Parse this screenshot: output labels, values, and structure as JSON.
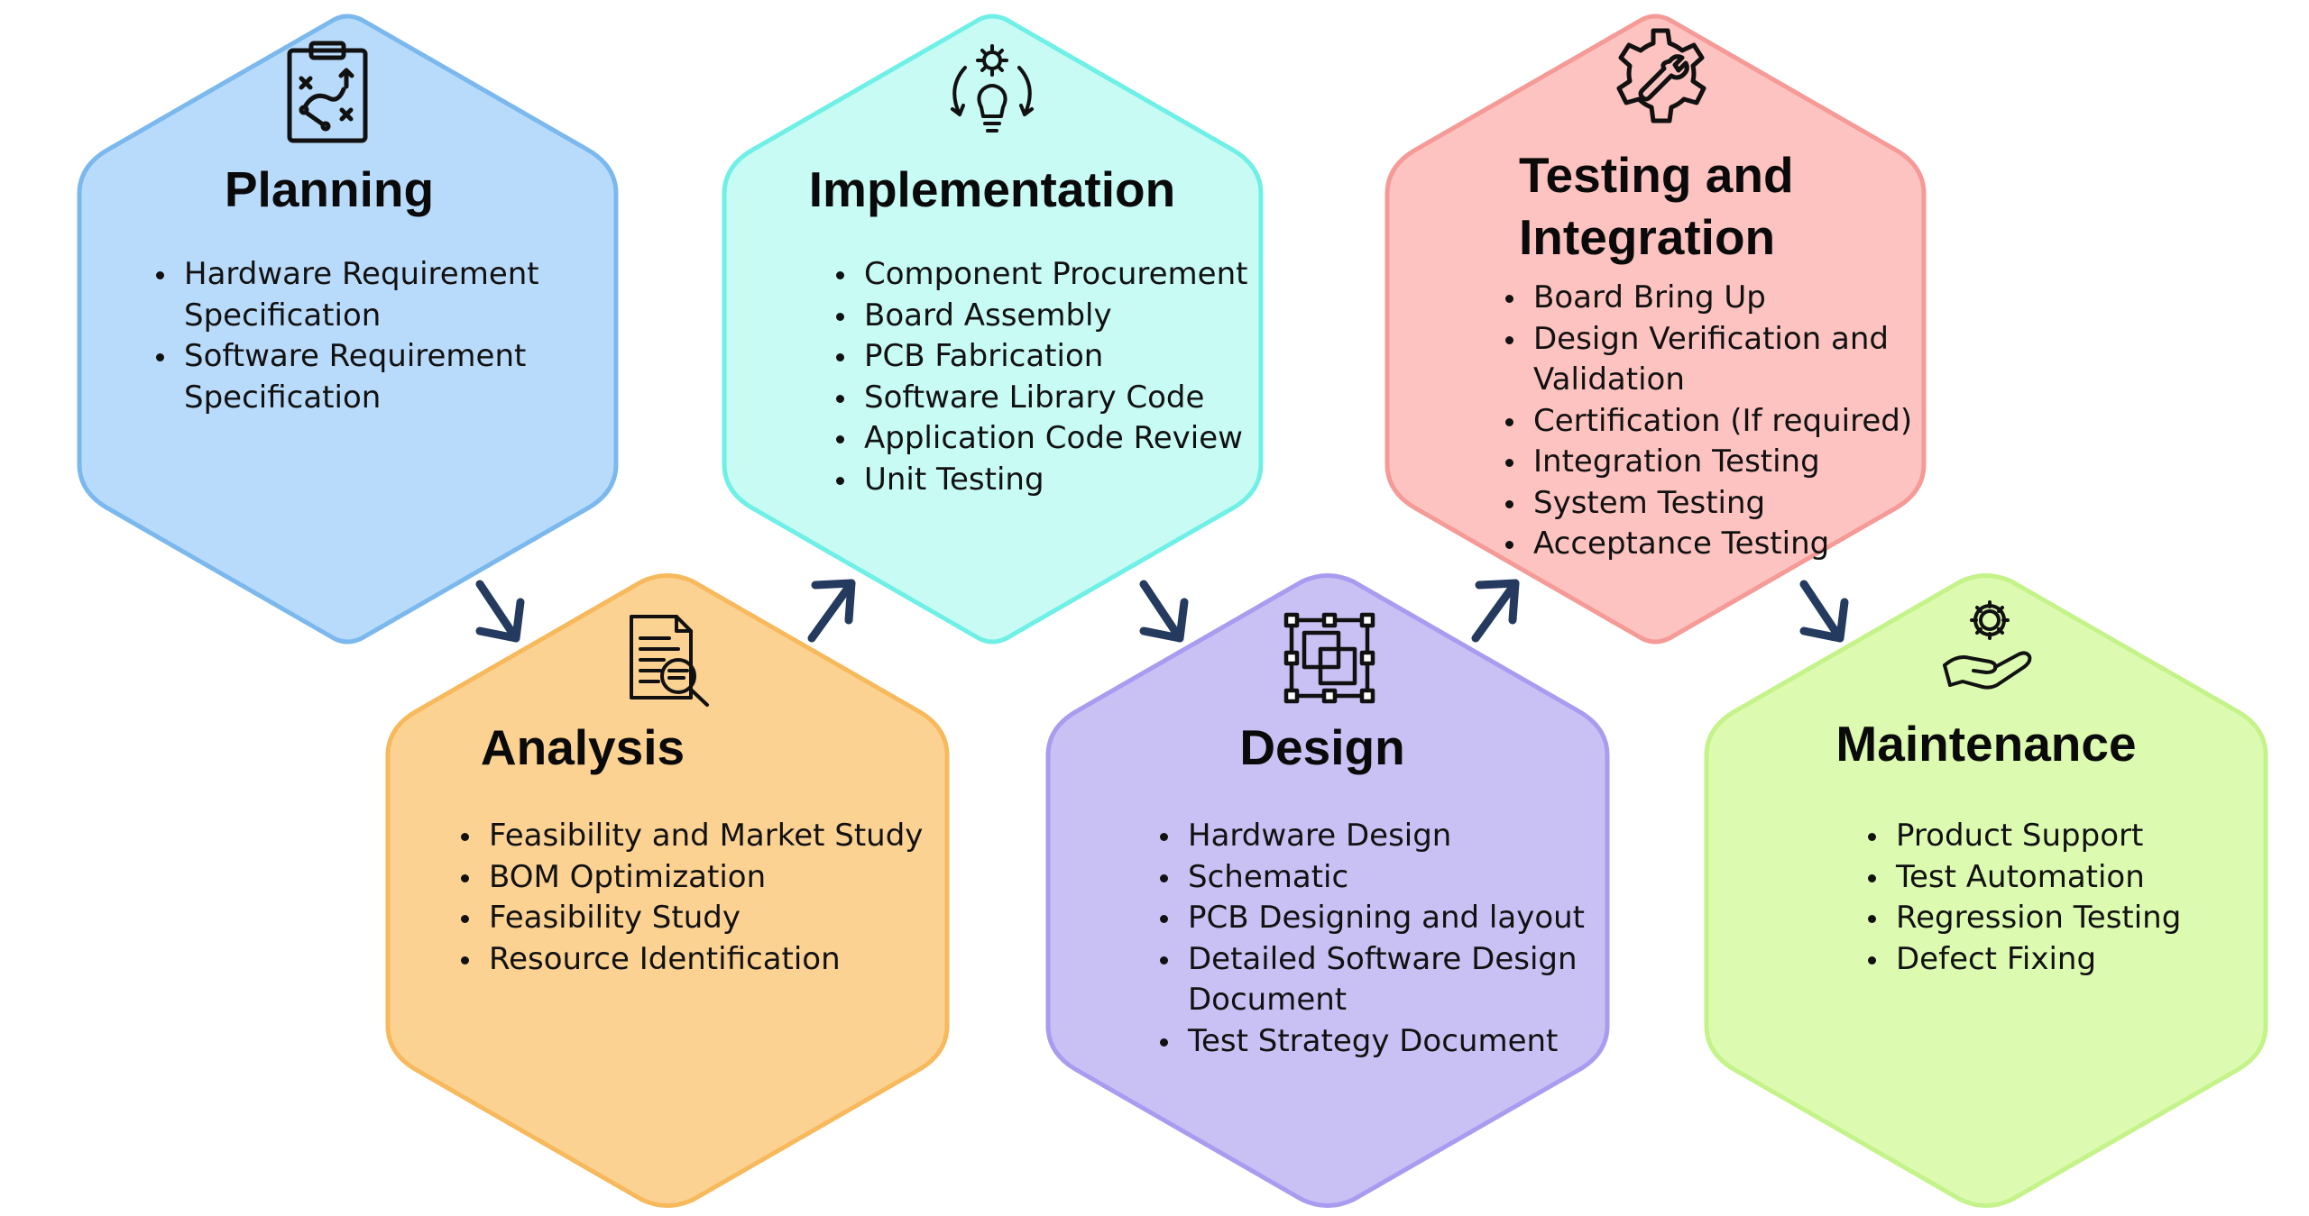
{
  "colors": {
    "planning": {
      "fill": "#b9dbfb",
      "stroke": "#7ab8ee"
    },
    "analysis": {
      "fill": "#fcd293",
      "stroke": "#f7b95c"
    },
    "implementation": {
      "fill": "#c7fbf4",
      "stroke": "#6ff0e6"
    },
    "design": {
      "fill": "#c9c1f3",
      "stroke": "#a99bf0"
    },
    "testing": {
      "fill": "#fdc3c0",
      "stroke": "#f59a96"
    },
    "maintenance": {
      "fill": "#dcfbb0",
      "stroke": "#c4f389"
    },
    "arrow": "#243a5e"
  },
  "stages": {
    "planning": {
      "title": "Planning",
      "icon": "strategy-clipboard-icon",
      "items": [
        "Hardware Requirement",
        "Specification",
        "Software Requirement",
        "Specification"
      ]
    },
    "analysis": {
      "title": "Analysis",
      "icon": "document-search-icon",
      "items": [
        "Feasibility and Market Study",
        "BOM Optimization",
        "Feasibility Study",
        "Resource Identification"
      ]
    },
    "implementation": {
      "title": "Implementation",
      "icon": "gear-lightbulb-cycle-icon",
      "items": [
        "Component Procurement",
        "Board Assembly",
        "PCB Fabrication",
        "Software Library Code",
        "Application Code Review",
        "Unit Testing"
      ]
    },
    "design": {
      "title": "Design",
      "icon": "design-frame-icon",
      "items": [
        "Hardware Design",
        "Schematic",
        "PCB Designing and layout",
        "Detailed Software Design",
        "Document",
        "Test Strategy Document"
      ]
    },
    "testing": {
      "title_line1": "Testing and",
      "title_line2": "Integration",
      "icon": "gear-wrench-icon",
      "items": [
        "Board Bring Up",
        "Design Verification and",
        "Validation",
        "Certification (If required)",
        "Integration Testing",
        "System Testing",
        "Acceptance Testing"
      ]
    },
    "maintenance": {
      "title": "Maintenance",
      "icon": "hand-gear-icon",
      "items": [
        "Product Support",
        "Test Automation",
        "Regression Testing",
        "Defect Fixing"
      ]
    }
  }
}
